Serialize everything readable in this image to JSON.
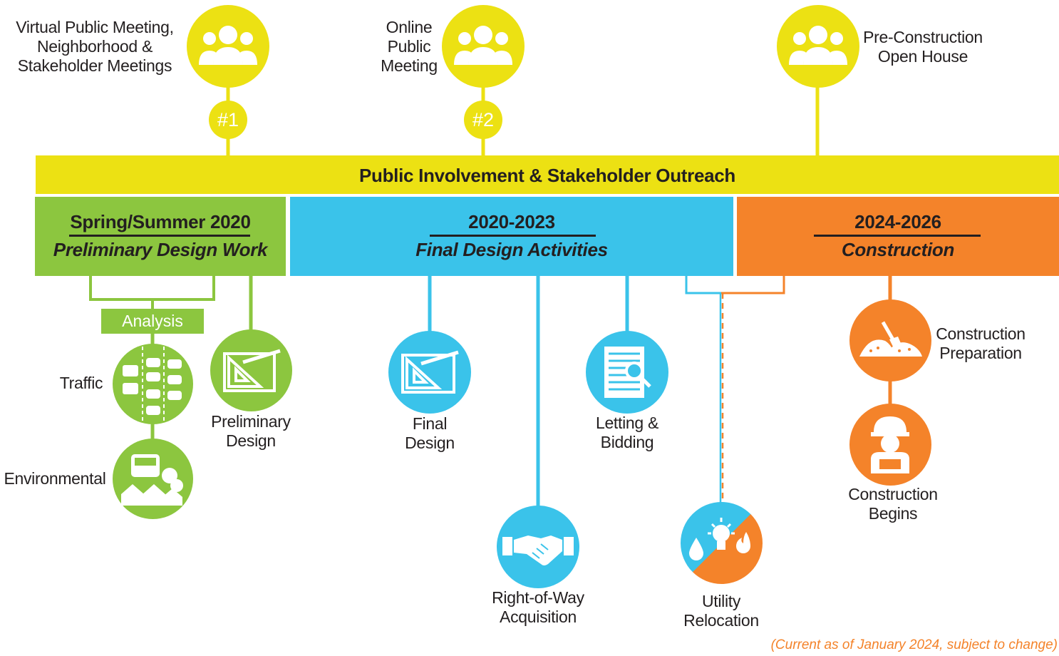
{
  "banner": {
    "title": "Public Involvement & Stakeholder Outreach"
  },
  "meetings": [
    {
      "lines": [
        "Virtual Public Meeting,",
        "Neighborhood &",
        "Stakeholder Meetings"
      ],
      "badge": "#1"
    },
    {
      "lines": [
        "Online",
        "Public",
        "Meeting"
      ],
      "badge": "#2"
    },
    {
      "lines": [
        "Pre-Construction",
        "Open House"
      ]
    }
  ],
  "phases": [
    {
      "years": "Spring/Summer 2020",
      "subtitle": "Preliminary Design Work"
    },
    {
      "years": "2020-2023",
      "subtitle": "Final Design Activities"
    },
    {
      "years": "2024-2026",
      "subtitle": "Construction"
    }
  ],
  "analysis": {
    "label": "Analysis"
  },
  "activities": {
    "traffic": "Traffic",
    "environmental": "Environmental",
    "preliminary_design": [
      "Preliminary",
      "Design"
    ],
    "final_design": [
      "Final",
      "Design"
    ],
    "right_of_way": [
      "Right-of-Way",
      "Acquisition"
    ],
    "letting_bidding": [
      "Letting &",
      "Bidding"
    ],
    "utility_relocation": [
      "Utility",
      "Relocation"
    ],
    "construction_preparation": [
      "Construction",
      "Preparation"
    ],
    "construction_begins": [
      "Construction",
      "Begins"
    ]
  },
  "note": "(Current as of January 2024, subject to change)",
  "colors": {
    "yellow": "#ece113",
    "green": "#8cc63f",
    "blue": "#3ac3ea",
    "orange": "#f4832a"
  },
  "icons": {
    "people": "people-group-icon",
    "traffic": "traffic-cars-icon",
    "environmental": "bus-houses-icon",
    "design": "blueprint-triangle-icon",
    "handshake": "handshake-icon",
    "document": "document-magnifier-icon",
    "utility": "water-bulb-flame-icon",
    "shovel": "shovel-dirt-icon",
    "worker": "hardhat-worker-icon"
  }
}
